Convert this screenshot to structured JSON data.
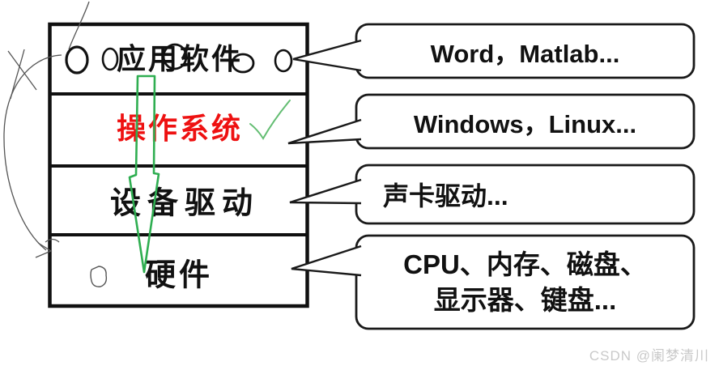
{
  "diagram": {
    "title_hint": "software-hardware-layered-stack",
    "layers": [
      {
        "label": "应用软件"
      },
      {
        "label": "操作系统"
      },
      {
        "label": "设备驱动"
      },
      {
        "label": "硬件"
      }
    ],
    "callouts": [
      {
        "text": "Word，Matlab..."
      },
      {
        "text": "Windows，Linux..."
      },
      {
        "text": "声卡驱动..."
      },
      {
        "line1": "CPU、内存、磁盘、",
        "line2": "显示器、键盘..."
      }
    ],
    "colors": {
      "ink": "#111111",
      "os_label_red": "#ee1111",
      "annotation_arrow_green": "#2fae51",
      "checkmark_green": "#63bd72",
      "pencil_gray": "#555555",
      "watermark_gray": "#c9c9c9"
    }
  },
  "watermark": {
    "text": "CSDN @阑梦清川"
  }
}
